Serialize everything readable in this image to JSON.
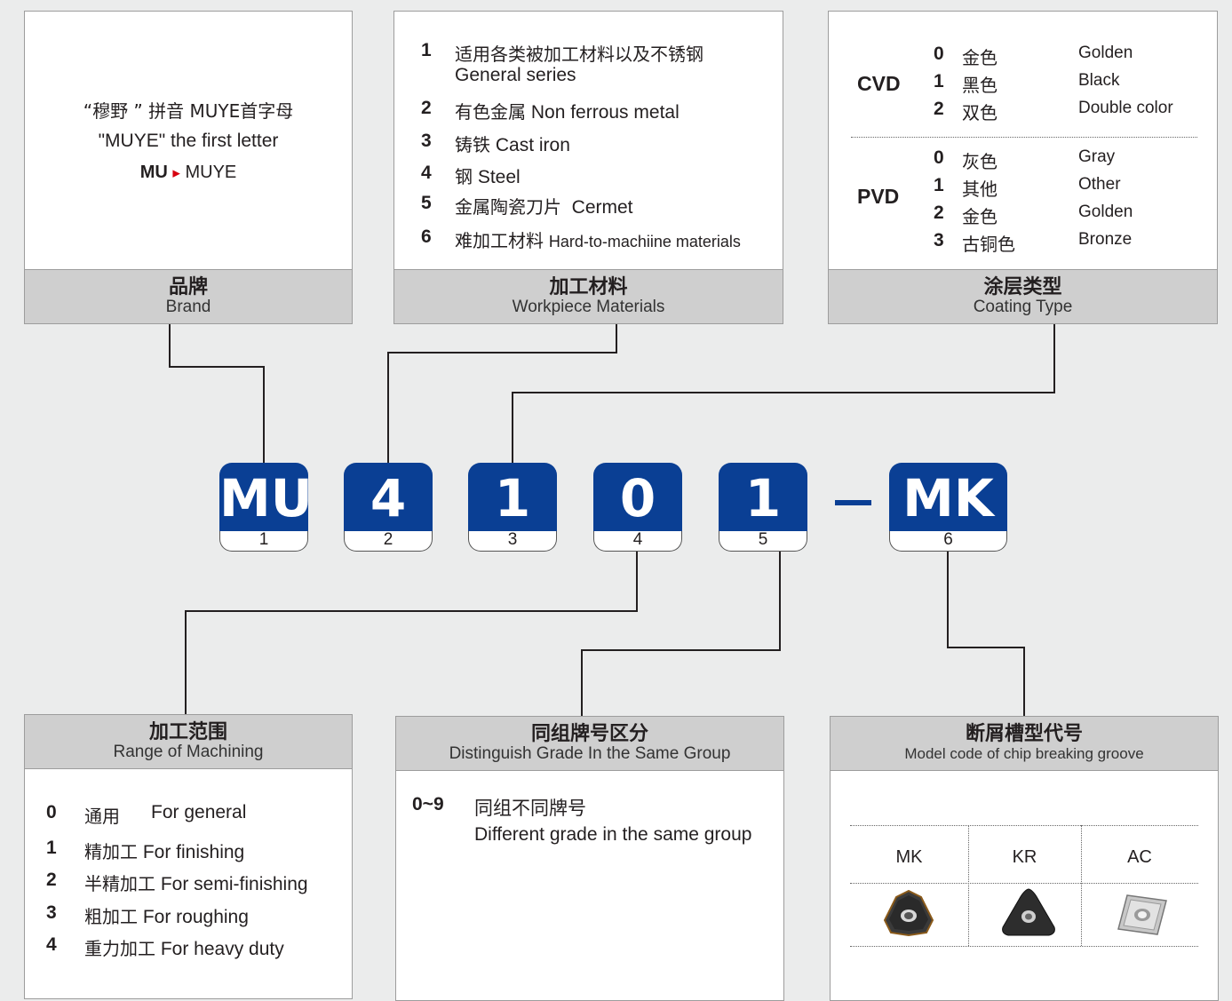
{
  "brand": {
    "line1": "“穆野 ” 拼音 MUYE首字母",
    "line2": "\"MUYE\" the first letter",
    "mu": "MU",
    "arrow": "▸",
    "muye": "MUYE",
    "title_zh": "品牌",
    "title_en": "Brand"
  },
  "materials": {
    "title_zh": "加工材料",
    "title_en": "Workpiece Materials",
    "items": [
      {
        "num": "1",
        "zh": "适用各类被加工材料以及不锈钢",
        "en": "General series"
      },
      {
        "num": "2",
        "zh": "有色金属",
        "en": "Non ferrous metal"
      },
      {
        "num": "3",
        "zh": "铸铁",
        "en": "Cast iron"
      },
      {
        "num": "4",
        "zh": "钢",
        "en": "Steel"
      },
      {
        "num": "5",
        "zh": "金属陶瓷刀片",
        "en": "Cermet"
      },
      {
        "num": "6",
        "zh": "难加工材料",
        "en": "Hard-to-machiine materials"
      }
    ]
  },
  "coating": {
    "title_zh": "涂层类型",
    "title_en": "Coating Type",
    "cvd_label": "CVD",
    "pvd_label": "PVD",
    "cvd": [
      {
        "num": "0",
        "zh": "金色",
        "en": "Golden"
      },
      {
        "num": "1",
        "zh": "黑色",
        "en": "Black"
      },
      {
        "num": "2",
        "zh": "双色",
        "en": "Double color"
      }
    ],
    "pvd": [
      {
        "num": "0",
        "zh": "灰色",
        "en": "Gray"
      },
      {
        "num": "1",
        "zh": "其他",
        "en": "Other"
      },
      {
        "num": "2",
        "zh": "金色",
        "en": "Golden"
      },
      {
        "num": "3",
        "zh": "古铜色",
        "en": "Bronze"
      }
    ]
  },
  "codes": [
    {
      "value": "MU",
      "index": "1"
    },
    {
      "value": "4",
      "index": "2"
    },
    {
      "value": "1",
      "index": "3"
    },
    {
      "value": "0",
      "index": "4"
    },
    {
      "value": "1",
      "index": "5"
    },
    {
      "value": "MK",
      "index": "6"
    }
  ],
  "range": {
    "title_zh": "加工范围",
    "title_en": "Range of Machining",
    "items": [
      {
        "num": "0",
        "zh": "通用",
        "en": "For general"
      },
      {
        "num": "1",
        "zh": "精加工",
        "en": "For finishing"
      },
      {
        "num": "2",
        "zh": "半精加工",
        "en": "For semi-finishing"
      },
      {
        "num": "3",
        "zh": "粗加工",
        "en": "For roughing"
      },
      {
        "num": "4",
        "zh": "重力加工",
        "en": "For heavy duty"
      }
    ]
  },
  "grade": {
    "title_zh": "同组牌号区分",
    "title_en": "Distinguish Grade In the Same Group",
    "num": "0~9",
    "zh": "同组不同牌号",
    "en": "Different grade in the same group"
  },
  "groove": {
    "title_zh": "断屑槽型代号",
    "title_en": "Model code of chip breaking groove",
    "items": [
      {
        "label": "MK",
        "image": "dark-trigon-insert"
      },
      {
        "label": "KR",
        "image": "black-triangle-insert"
      },
      {
        "label": "AC",
        "image": "silver-rhombic-insert"
      }
    ]
  },
  "colors": {
    "code_blue": "#0a3f94",
    "header_gray": "#cfcfcf",
    "background": "#ebecec",
    "arrow_red": "#d7000f"
  }
}
